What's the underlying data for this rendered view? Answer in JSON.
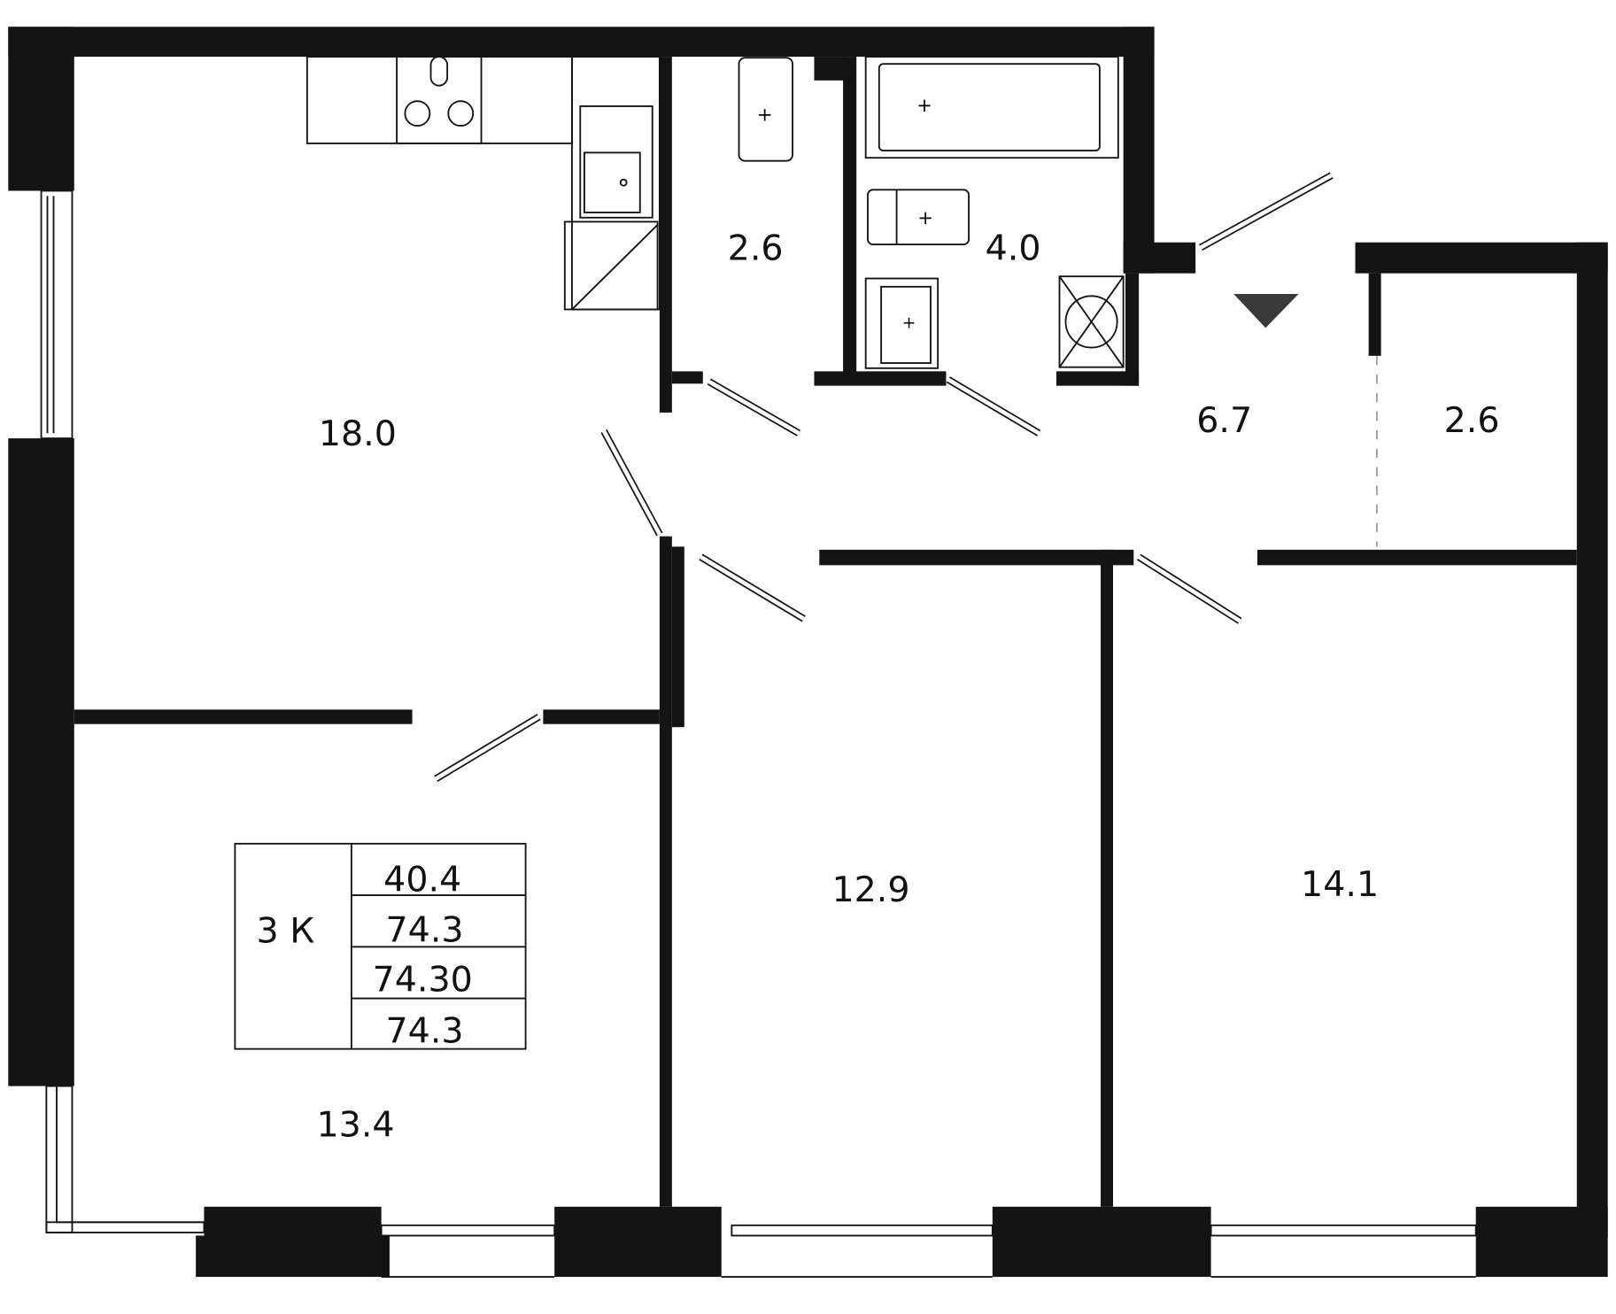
{
  "rooms": {
    "kitchen_living": "18.0",
    "wc": "2.6",
    "bathroom": "4.0",
    "hall": "6.7",
    "closet": "2.6",
    "bedroom_1": "13.4",
    "bedroom_2": "12.9",
    "bedroom_3": "14.1"
  },
  "summary": {
    "type": "3 К",
    "living_area": "40.4",
    "total_area": "74.3",
    "total_area_precise": "74.30",
    "area_with_balcony": "74.3"
  },
  "colors": {
    "wall": "#141414",
    "entrance_marker": "#3a3a3a"
  },
  "icons": [
    "entrance-arrow-icon",
    "stove-icon",
    "sink-icon",
    "bathtub-icon",
    "toilet-icon",
    "washbasin-icon",
    "washing-machine-icon"
  ]
}
